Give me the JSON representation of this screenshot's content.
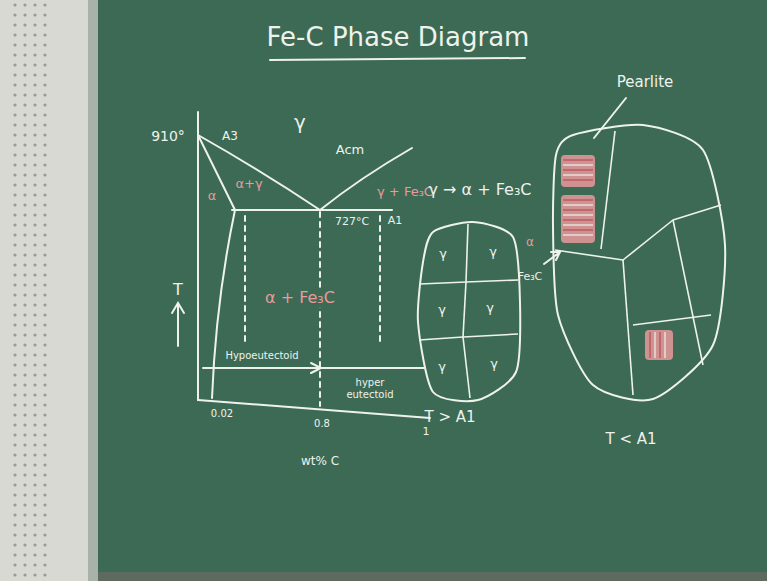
{
  "diagram": {
    "title": "Fe-C Phase Diagram",
    "nodes": [
      {
        "text": [
          "γ",
          "γ",
          "γ",
          "γ",
          "γ",
          "γ",
          "T > A1"
        ]
      },
      {
        "text": [
          "Pearlite",
          "T < A1"
        ]
      }
    ],
    "labels": [
      "910°",
      "γ",
      "A3",
      "α+γ",
      "α",
      "Acm",
      "γ + Fe₃C",
      "727°C",
      "A1",
      "α + Fe₃C",
      "T",
      "Hypoeutectoid",
      "hyper eutectoid",
      "0.02",
      "0.8",
      "1",
      "wt% C",
      "γ → α + Fe₃C",
      "α",
      "Fe₃C"
    ]
  }
}
